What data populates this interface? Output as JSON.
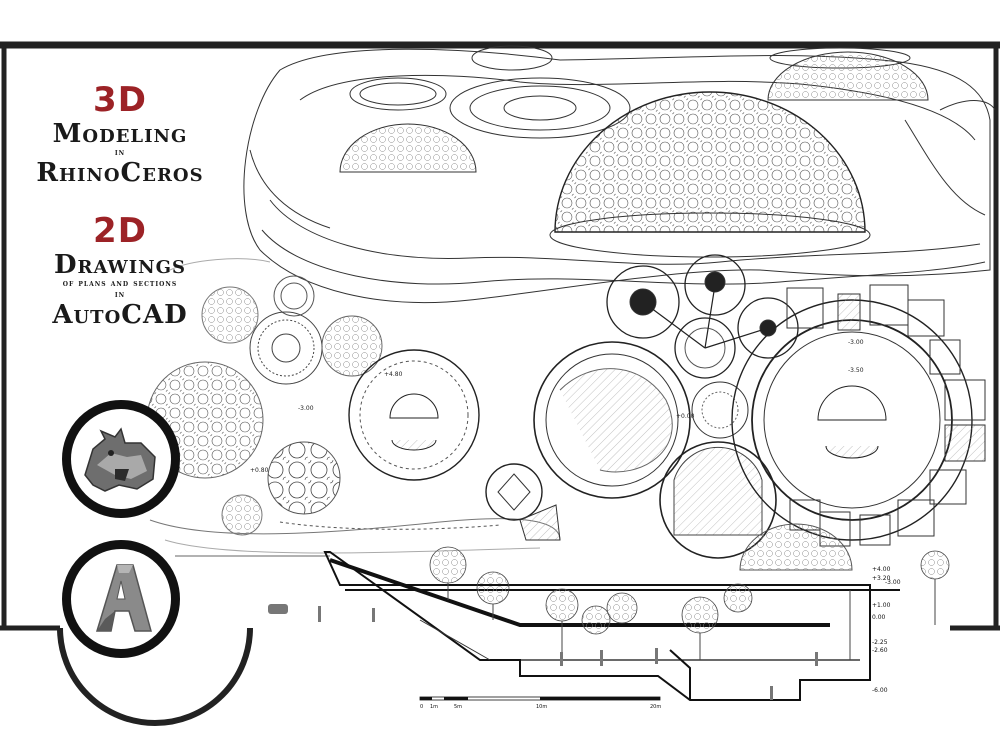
{
  "heading_3d": "3D",
  "modeling": "Modeling",
  "in_1": "in",
  "rhinoceros": "RhinoCeros",
  "heading_2d": "2D",
  "drawings": "Drawings",
  "of_plans": "of plans and sections",
  "in_2": "in",
  "autocad": "AutoCAD",
  "level_labels": [
    "+4.00",
    "+3.20",
    "+1.00",
    "0.00",
    "-2.25",
    "-2.60",
    "-6.00",
    "-3.00"
  ],
  "plan_levels": [
    "+0.80",
    "-3.00",
    "-3.00",
    "-3.50",
    "+0.00",
    "+4.80"
  ],
  "scale_bar": [
    "0",
    "1m",
    "5m",
    "10m",
    "20m"
  ],
  "colors": {
    "accent_red": "#9c2226",
    "ink": "#1a1a1a",
    "frame": "#222222",
    "logo_grey": "#8a8a8a"
  },
  "icons": [
    "rhino-logo-icon",
    "autocad-logo-icon"
  ]
}
